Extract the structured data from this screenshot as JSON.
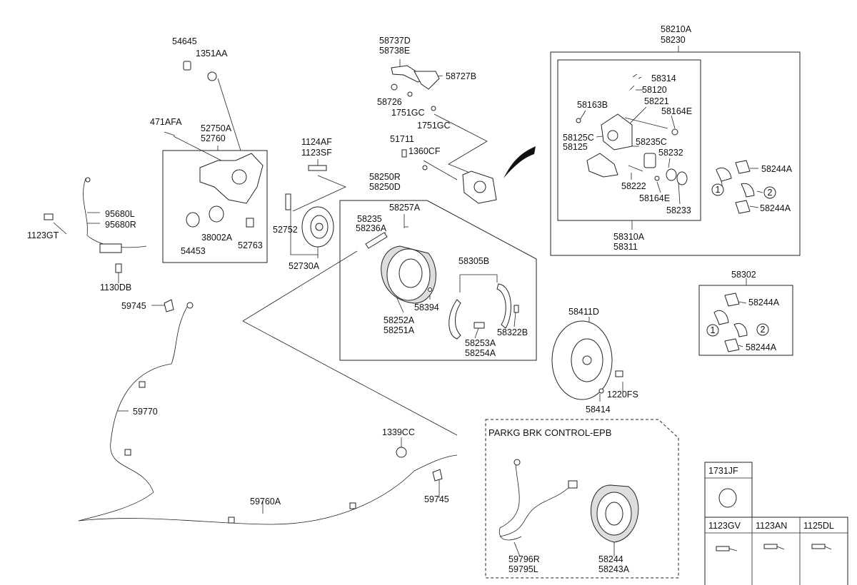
{
  "labels": {
    "l54645": "54645",
    "l1351AA": "1351AA",
    "l471AFA": "471AFA",
    "l52750A": "52750A",
    "l52760": "52760",
    "l95680L": "95680L",
    "l95680R": "95680R",
    "l1123GT": "1123GT",
    "l38002A": "38002A",
    "l54453": "54453",
    "l52763": "52763",
    "l1130DB": "1130DB",
    "l1124AF": "1124AF",
    "l1123SF": "1123SF",
    "l52752": "52752",
    "l52730A": "52730A",
    "l58737D": "58737D",
    "l58738E": "58738E",
    "l58727B": "58727B",
    "l58726": "58726",
    "l1751GC_a": "1751GC",
    "l1751GC_b": "1751GC",
    "l51711": "51711",
    "l1360CF": "1360CF",
    "l58250R": "58250R",
    "l58250D": "58250D",
    "l58257A": "58257A",
    "l58235": "58235",
    "l58236A": "58236A",
    "l58305B": "58305B",
    "l58394": "58394",
    "l58252A": "58252A",
    "l58251A": "58251A",
    "l58253A": "58253A",
    "l58254A": "58254A",
    "l58322B": "58322B",
    "l58210A": "58210A",
    "l58230": "58230",
    "l58314": "58314",
    "l58120": "58120",
    "l58163B": "58163B",
    "l58221": "58221",
    "l58164E_a": "58164E",
    "l58125C": "58125C",
    "l58125": "58125",
    "l58235C": "58235C",
    "l58232": "58232",
    "l58222": "58222",
    "l58164E_b": "58164E",
    "l58233": "58233",
    "l58244A_a": "58244A",
    "l58244A_b": "58244A",
    "l58310A": "58310A",
    "l58311": "58311",
    "l58302": "58302",
    "l58244A_c": "58244A",
    "l58244A_d": "58244A",
    "l58411D": "58411D",
    "l1220FS": "1220FS",
    "l58414": "58414",
    "l59745_a": "59745",
    "l59770": "59770",
    "l59760A": "59760A",
    "l1339CC": "1339CC",
    "l59745_b": "59745",
    "l59796R": "59796R",
    "l59795L": "59795L",
    "l58244": "58244",
    "l58243A": "58243A"
  },
  "circled": {
    "c1a": "1",
    "c2a": "2",
    "c1b": "1",
    "c2b": "2"
  },
  "epb_title": "PARKG BRK CONTROL-EPB",
  "legend": {
    "top": "1731JF",
    "bottom": [
      "1123GV",
      "1123AN",
      "1125DL"
    ]
  }
}
